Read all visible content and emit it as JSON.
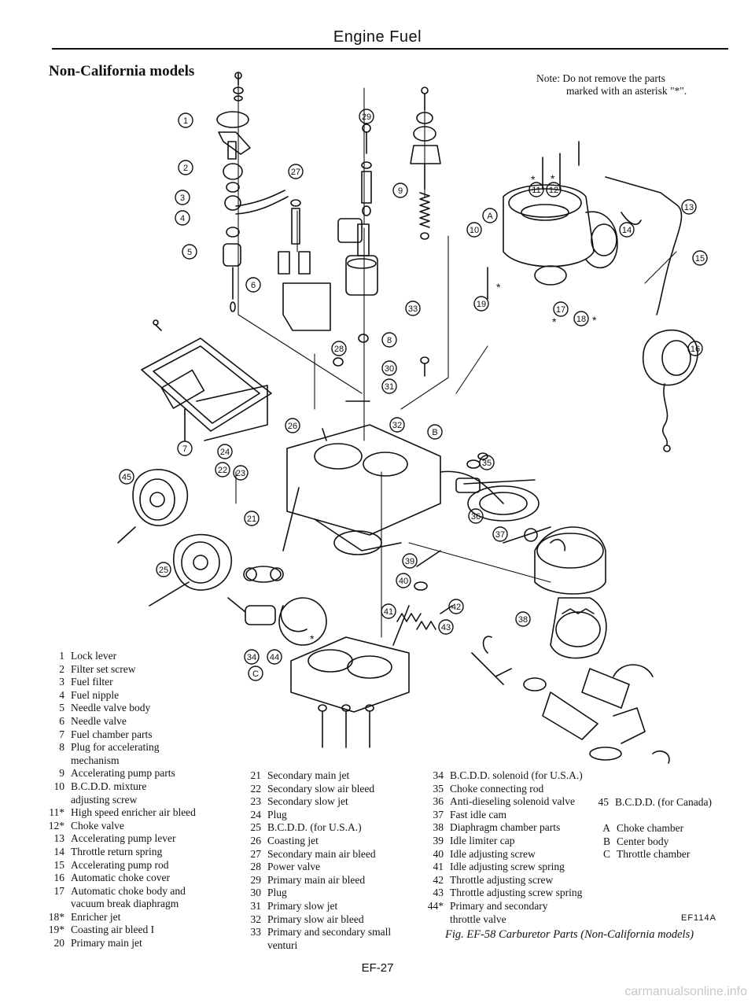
{
  "header": {
    "title": "Engine Fuel"
  },
  "section": {
    "title": "Non-California models"
  },
  "note": {
    "line1": "Note: Do not remove the parts",
    "line2": "marked with an asterisk \"*\"."
  },
  "diagram": {
    "callouts": [
      "1",
      "2",
      "3",
      "4",
      "5",
      "6",
      "7",
      "8",
      "9",
      "10",
      "11",
      "12",
      "13",
      "14",
      "15",
      "16",
      "17",
      "18",
      "19",
      "21",
      "22",
      "23",
      "24",
      "25",
      "26",
      "27",
      "28",
      "29",
      "30",
      "31",
      "32",
      "33",
      "34",
      "35",
      "36",
      "37",
      "38",
      "39",
      "40",
      "41",
      "42",
      "43",
      "44",
      "45",
      "A",
      "B",
      "C"
    ],
    "asterisks": [
      "*",
      "*",
      "*",
      "*",
      "*",
      "*"
    ]
  },
  "legend": {
    "col1": [
      {
        "num": "1",
        "text": "Lock lever"
      },
      {
        "num": "2",
        "text": "Filter set screw"
      },
      {
        "num": "3",
        "text": "Fuel filter"
      },
      {
        "num": "4",
        "text": "Fuel nipple"
      },
      {
        "num": "5",
        "text": "Needle valve body"
      },
      {
        "num": "6",
        "text": "Needle valve"
      },
      {
        "num": "7",
        "text": "Fuel chamber parts"
      },
      {
        "num": "8",
        "text": "Plug for accelerating",
        "cont": "mechanism"
      },
      {
        "num": "9",
        "text": "Accelerating pump parts"
      },
      {
        "num": "10",
        "text": "B.C.D.D. mixture",
        "cont": "adjusting screw"
      },
      {
        "num": "11*",
        "text": "High speed enricher air bleed"
      },
      {
        "num": "12*",
        "text": "Choke valve"
      },
      {
        "num": "13",
        "text": "Accelerating pump lever"
      },
      {
        "num": "14",
        "text": "Throttle return spring"
      },
      {
        "num": "15",
        "text": "Accelerating pump rod"
      },
      {
        "num": "16",
        "text": "Automatic choke cover"
      },
      {
        "num": "17",
        "text": "Automatic choke body and",
        "cont": "vacuum break diaphragm"
      },
      {
        "num": "18*",
        "text": "Enricher jet"
      },
      {
        "num": "19*",
        "text": "Coasting air bleed I"
      },
      {
        "num": "20",
        "text": "Primary main jet"
      }
    ],
    "col2": [
      {
        "num": "21",
        "text": "Secondary main jet"
      },
      {
        "num": "22",
        "text": "Secondary slow air bleed"
      },
      {
        "num": "23",
        "text": "Secondary slow jet"
      },
      {
        "num": "24",
        "text": "Plug"
      },
      {
        "num": "25",
        "text": "B.C.D.D. (for U.S.A.)"
      },
      {
        "num": "26",
        "text": "Coasting jet"
      },
      {
        "num": "27",
        "text": "Secondary main air bleed"
      },
      {
        "num": "28",
        "text": "Power valve"
      },
      {
        "num": "29",
        "text": "Primary main air bleed"
      },
      {
        "num": "30",
        "text": "Plug"
      },
      {
        "num": "31",
        "text": "Primary slow jet"
      },
      {
        "num": "32",
        "text": "Primary slow air bleed"
      },
      {
        "num": "33",
        "text": "Primary and secondary small",
        "cont": "venturi"
      }
    ],
    "col3": [
      {
        "num": "34",
        "text": "B.C.D.D. solenoid (for U.S.A.)"
      },
      {
        "num": "35",
        "text": "Choke connecting rod"
      },
      {
        "num": "36",
        "text": "Anti-dieseling solenoid valve"
      },
      {
        "num": "37",
        "text": "Fast idle cam"
      },
      {
        "num": "38",
        "text": "Diaphragm chamber parts"
      },
      {
        "num": "39",
        "text": "Idle limiter cap"
      },
      {
        "num": "40",
        "text": "Idle adjusting screw"
      },
      {
        "num": "41",
        "text": "Idle adjusting screw spring"
      },
      {
        "num": "42",
        "text": "Throttle adjusting screw"
      },
      {
        "num": "43",
        "text": "Throttle adjusting screw spring"
      },
      {
        "num": "44*",
        "text": "Primary and secondary",
        "cont": "throttle valve"
      }
    ],
    "col4": [
      {
        "num": "45",
        "text": "B.C.D.D. (for Canada)"
      }
    ],
    "col5": [
      {
        "num": "A",
        "text": "Choke chamber"
      },
      {
        "num": "B",
        "text": "Center body"
      },
      {
        "num": "C",
        "text": "Throttle chamber"
      }
    ]
  },
  "figure": {
    "code": "EF114A",
    "caption": "Fig. EF-58 Carburetor Parts (Non-California models)"
  },
  "page": {
    "number": "EF-27"
  },
  "watermark": "carmanualsonline.info"
}
